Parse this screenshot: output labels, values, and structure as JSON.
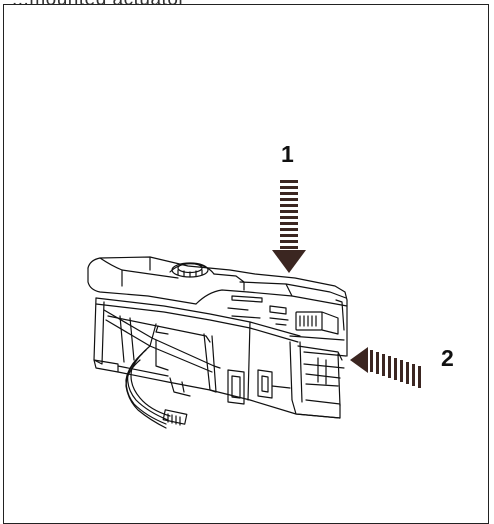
{
  "header": {
    "caption_fragment": "...mounted actuator"
  },
  "steps": [
    {
      "label": "1",
      "direction": "down"
    },
    {
      "label": "2",
      "direction": "left"
    }
  ],
  "colors": {
    "arrow": "#3b2621",
    "line": "#111111",
    "frame": "#222222"
  }
}
